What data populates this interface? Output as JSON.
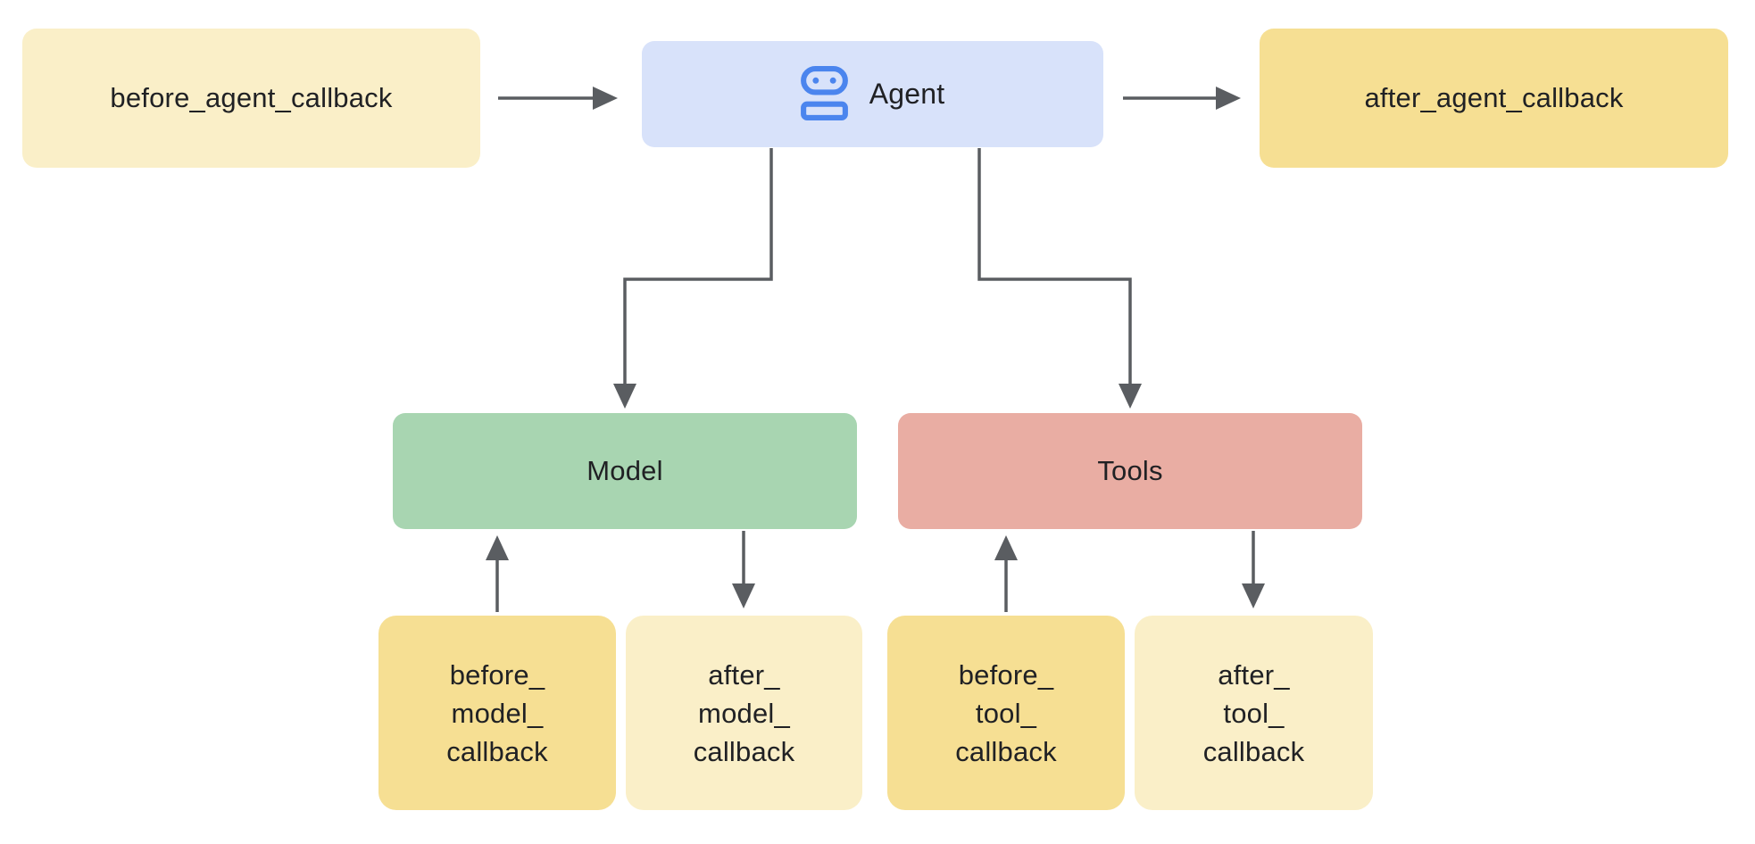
{
  "diagram": {
    "nodes": {
      "before_agent": {
        "label": "before_agent_callback"
      },
      "agent": {
        "label": "Agent",
        "icon": "robot-icon"
      },
      "after_agent": {
        "label": "after_agent_callback"
      },
      "model": {
        "label": "Model"
      },
      "tools": {
        "label": "Tools"
      },
      "before_model": {
        "line1": "before_",
        "line2": "model_",
        "line3": "callback"
      },
      "after_model": {
        "line1": "after_",
        "line2": "model_",
        "line3": "callback"
      },
      "before_tool": {
        "line1": "before_",
        "line2": "tool_",
        "line3": "callback"
      },
      "after_tool": {
        "line1": "after_",
        "line2": "tool_",
        "line3": "callback"
      }
    },
    "edges": [
      {
        "from": "before_agent_callback",
        "to": "Agent",
        "shape": "straight-right"
      },
      {
        "from": "Agent",
        "to": "after_agent_callback",
        "shape": "straight-right"
      },
      {
        "from": "Agent",
        "to": "Model",
        "shape": "elbow-down"
      },
      {
        "from": "Agent",
        "to": "Tools",
        "shape": "elbow-down"
      },
      {
        "from": "before_model_callback",
        "to": "Model",
        "shape": "straight-up"
      },
      {
        "from": "Model",
        "to": "after_model_callback",
        "shape": "straight-down"
      },
      {
        "from": "before_tool_callback",
        "to": "Tools",
        "shape": "straight-up"
      },
      {
        "from": "Tools",
        "to": "after_tool_callback",
        "shape": "straight-down"
      }
    ],
    "colors": {
      "background": "#FFFFFF",
      "agent_fill": "#D8E2FA",
      "agent_icon_blue": "#4B85EE",
      "light_yellow": "#FAEFC8",
      "dark_yellow": "#F6DF93",
      "model_green": "#A8D5B1",
      "tools_red": "#E9ADA3",
      "arrow_gray": "#5A5D61",
      "text": "#202124"
    }
  }
}
